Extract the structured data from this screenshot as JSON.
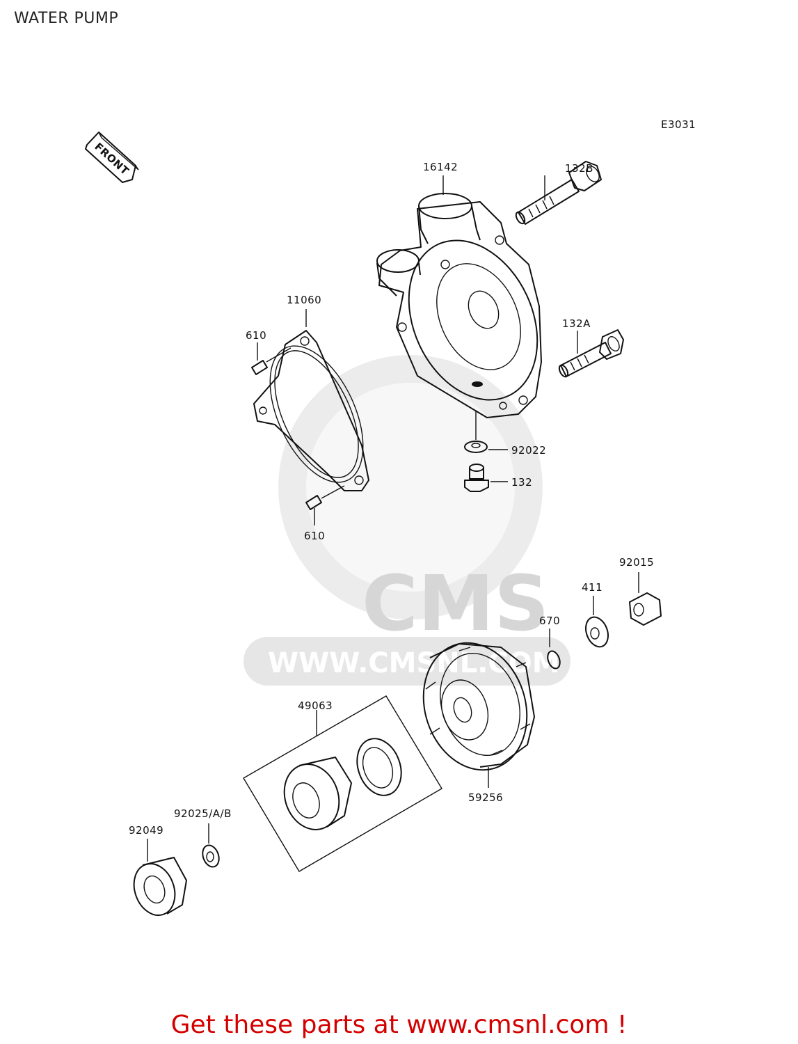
{
  "title": "WATER PUMP",
  "diagram_code": "E3031",
  "front_label": "FRONT",
  "watermark": {
    "brand": "CMS",
    "url": "WWW.CMSNL.COM"
  },
  "parts": {
    "p16142": "16142",
    "p132b": "132B",
    "p132a": "132A",
    "p11060": "11060",
    "p610_top": "610",
    "p610_bottom": "610",
    "p92022": "92022",
    "p132": "132",
    "p92015": "92015",
    "p411": "411",
    "p670": "670",
    "p49063": "49063",
    "p59256": "59256",
    "p92025": "92025/A/B",
    "p92049": "92049"
  },
  "footer": "Get these parts at www.cmsnl.com !"
}
